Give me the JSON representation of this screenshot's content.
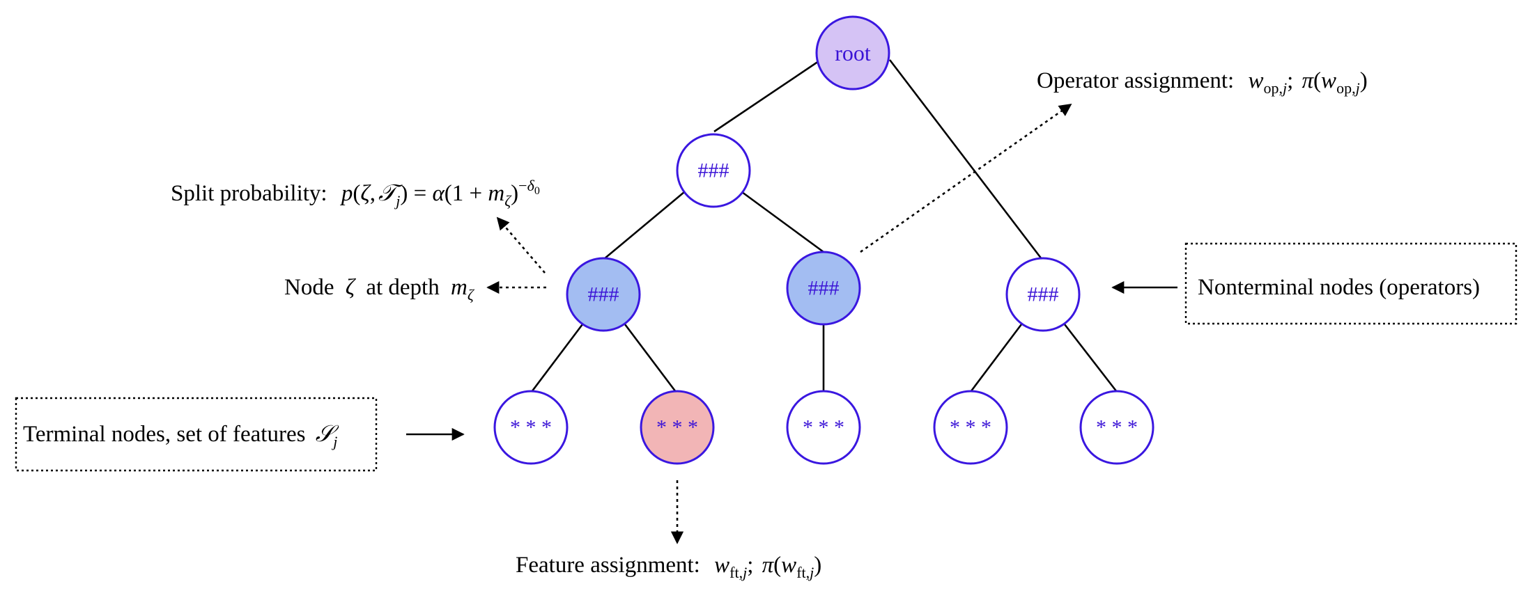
{
  "colors": {
    "node_stroke": "#3a17e0",
    "label_text": "#3b14d6",
    "root_fill": "#d5c3f5",
    "selected_operator_fill": "#a3bdf2",
    "selected_feature_fill": "#f2b5b6",
    "plain_fill": "#ffffff"
  },
  "nodes": [
    {
      "id": "root",
      "label": "root",
      "kind": "root"
    },
    {
      "id": "op-level1",
      "label": "###",
      "kind": "operator"
    },
    {
      "id": "op-left",
      "label": "###",
      "kind": "operator-highlighted"
    },
    {
      "id": "op-middle",
      "label": "###",
      "kind": "operator-highlighted"
    },
    {
      "id": "op-right",
      "label": "###",
      "kind": "operator"
    },
    {
      "id": "leaf-1",
      "label": "* * *",
      "kind": "terminal"
    },
    {
      "id": "leaf-2",
      "label": "* * *",
      "kind": "terminal-highlighted"
    },
    {
      "id": "leaf-3",
      "label": "* * *",
      "kind": "terminal"
    },
    {
      "id": "leaf-4",
      "label": "* * *",
      "kind": "terminal"
    },
    {
      "id": "leaf-5",
      "label": "* * *",
      "kind": "terminal"
    }
  ],
  "edges": [
    [
      "root",
      "op-level1"
    ],
    [
      "root",
      "op-right"
    ],
    [
      "op-level1",
      "op-left"
    ],
    [
      "op-level1",
      "op-middle"
    ],
    [
      "op-left",
      "leaf-1"
    ],
    [
      "op-left",
      "leaf-2"
    ],
    [
      "op-middle",
      "leaf-3"
    ],
    [
      "op-right",
      "leaf-4"
    ],
    [
      "op-right",
      "leaf-5"
    ]
  ],
  "annotations": {
    "operator_assignment": {
      "prefix": "Operator assignment:",
      "w": "w",
      "sub": "op,",
      "sub_j": "j",
      "sep": ";",
      "pi": "π",
      "open": "(",
      "close": ")"
    },
    "split_probability": {
      "prefix": "Split probability:",
      "p": "p",
      "zeta": "ζ",
      "comma": ",",
      "T": "𝒯",
      "T_sub": "j",
      "eq": ") = ",
      "alpha": "α",
      "one_plus": "(1 + ",
      "m": "m",
      "m_sub": "ζ",
      "close": ")",
      "exp_minus": "−",
      "delta": "δ",
      "delta_sub": "0"
    },
    "node_depth": {
      "prefix": "Node",
      "zeta": "ζ",
      "middle": "at depth",
      "m": "m",
      "m_sub": "ζ"
    },
    "nonterminal_box": "Nonterminal nodes (operators)",
    "terminal_box": {
      "prefix": "Terminal nodes, set of features",
      "S": "𝒮",
      "S_sub": "j"
    },
    "feature_assignment": {
      "prefix": "Feature assignment:",
      "w": "w",
      "sub": "ft,",
      "sub_j": "j",
      "sep": ";",
      "pi": "π",
      "open": "(",
      "close": ")"
    }
  }
}
